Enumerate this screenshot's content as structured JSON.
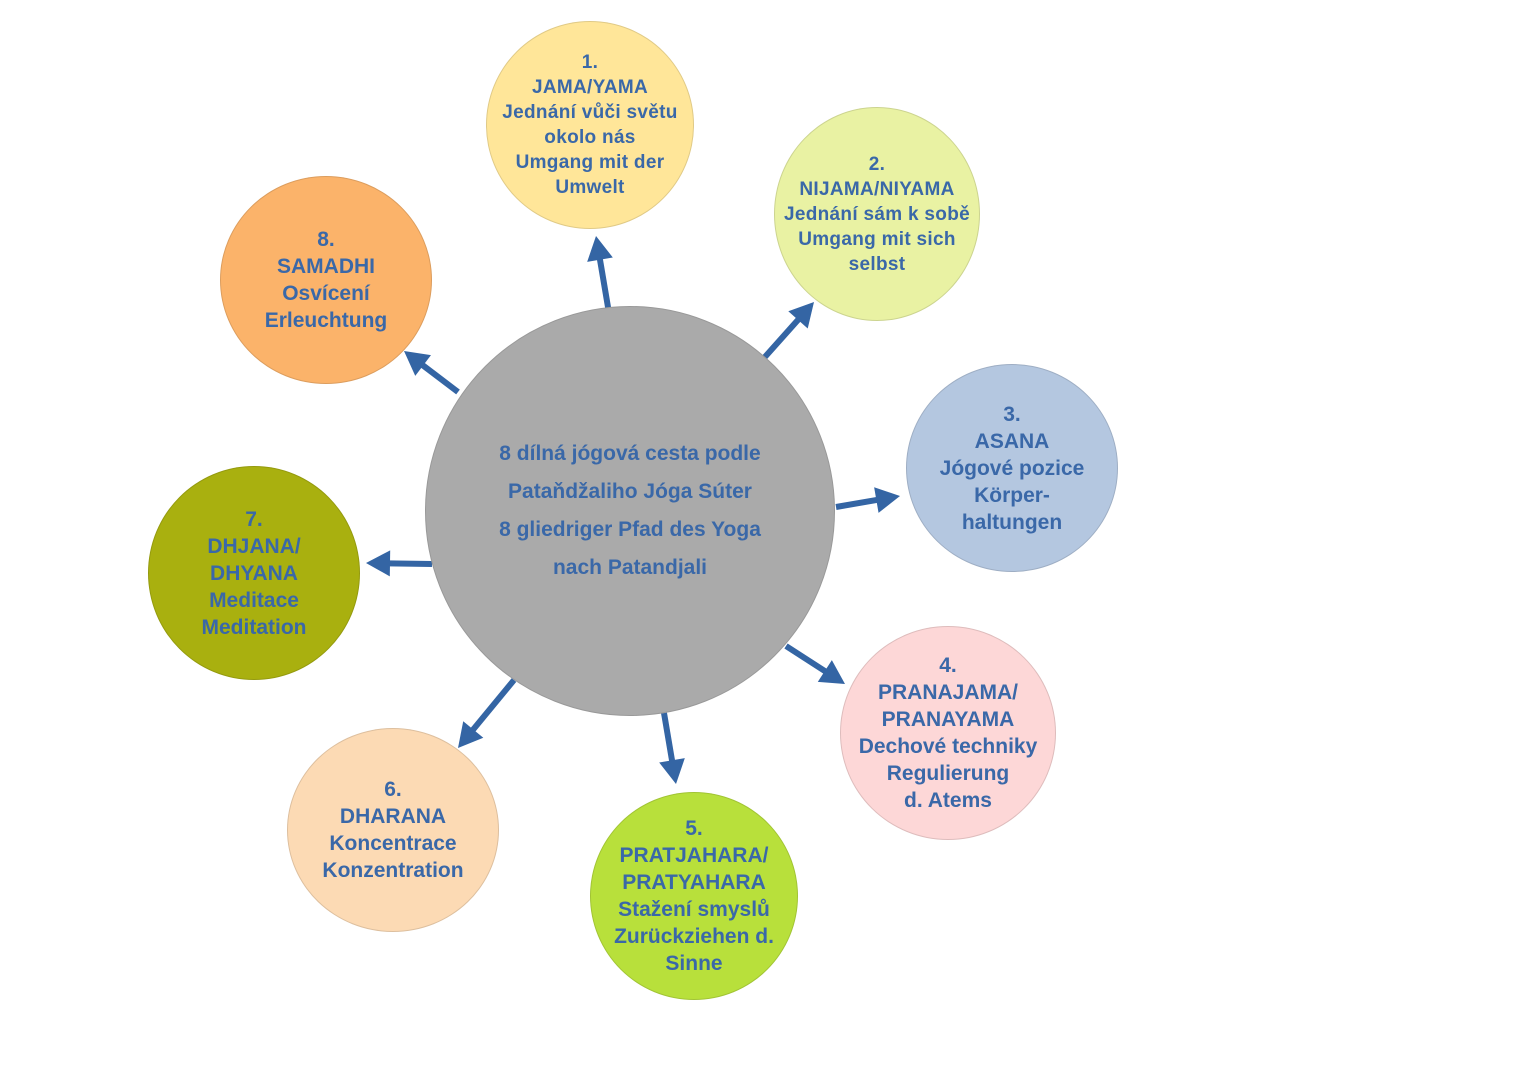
{
  "center": {
    "lines_cs": [
      "8 dílná jógová cesta podle",
      "Pataňdžaliho Jóga Súter"
    ],
    "lines_de": [
      "8 gliedriger Pfad des Yoga",
      "nach Patandjali"
    ]
  },
  "nodes": [
    {
      "id": "1",
      "lines": [
        "1.",
        "JAMA/YAMA",
        "Jednání vůči světu",
        "okolo nás",
        "Umgang mit der",
        "Umwelt"
      ],
      "fill": "#ffe699"
    },
    {
      "id": "2",
      "lines": [
        "2.",
        "NIJAMA/NIYAMA",
        "Jednání sám k sobě",
        "Umgang mit sich",
        "selbst"
      ],
      "fill": "#e9f2a3"
    },
    {
      "id": "3",
      "lines": [
        "3.",
        "ASANA",
        "Jógové pozice",
        "Körper-",
        "haltungen"
      ],
      "fill": "#b4c7e0"
    },
    {
      "id": "4",
      "lines": [
        "4.",
        "PRANAJAMA/",
        "PRANAYAMA",
        "Dechové techniky",
        "Regulierung",
        "d. Atems"
      ],
      "fill": "#fdd7d7"
    },
    {
      "id": "5",
      "lines": [
        "5.",
        "PRATJAHARA/",
        "PRATYAHARA",
        "Stažení smyslů",
        "Zurückziehen d.",
        "Sinne"
      ],
      "fill": "#b8e03b"
    },
    {
      "id": "6",
      "lines": [
        "6.",
        "DHARANA",
        "Koncentrace",
        "Konzentration"
      ],
      "fill": "#fcdab4"
    },
    {
      "id": "7",
      "lines": [
        "7.",
        "DHJANA/",
        "DHYANA",
        "Meditace",
        "Meditation"
      ],
      "fill": "#a9b00f"
    },
    {
      "id": "8",
      "lines": [
        "8.",
        "SAMADHI",
        "Osvícení",
        "Erleuchtung"
      ],
      "fill": "#fbb36a"
    }
  ],
  "colors": {
    "center_fill": "#aaaaaa",
    "arrow": "#3465a4",
    "text": "#3a68a8"
  }
}
